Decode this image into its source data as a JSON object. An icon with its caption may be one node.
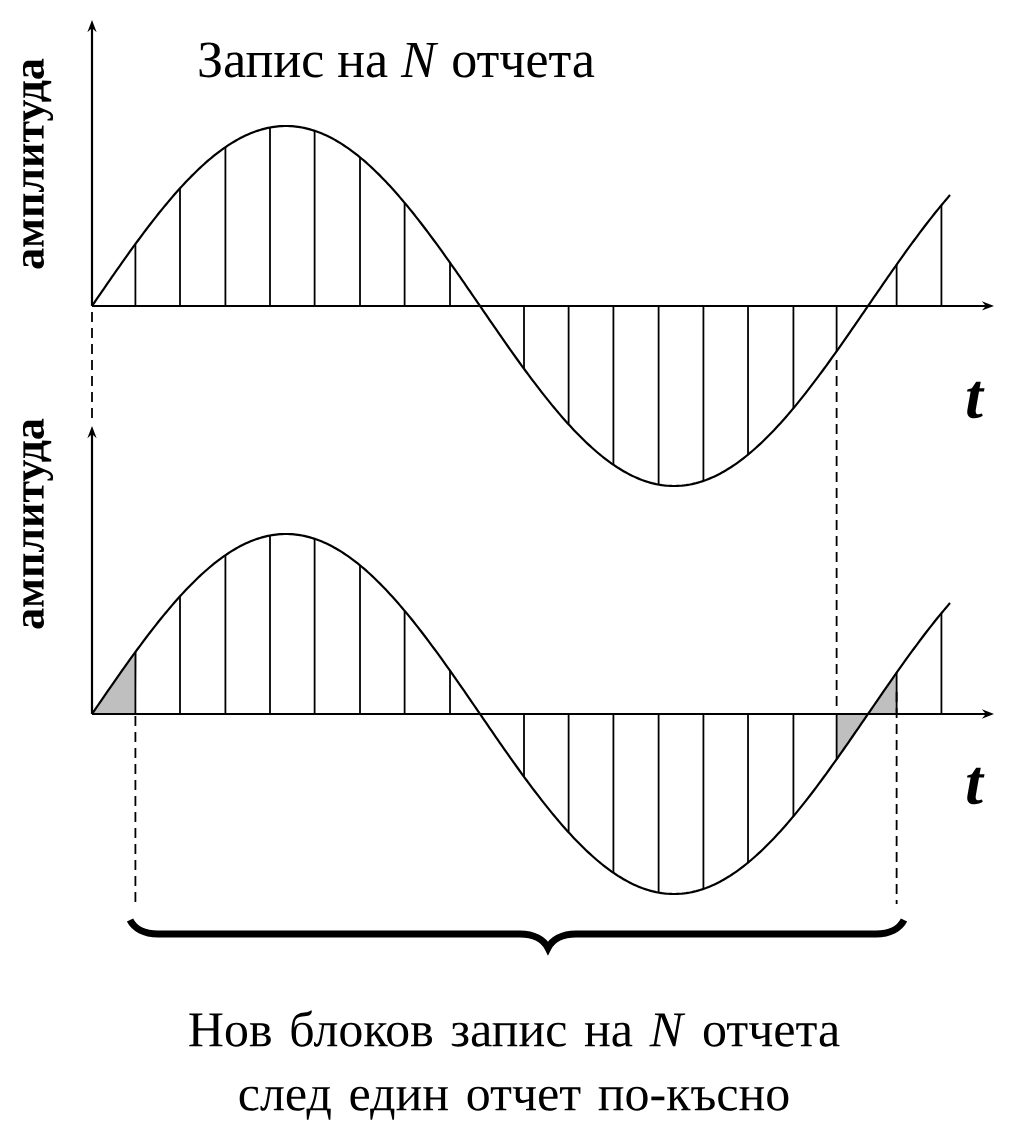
{
  "diagram": {
    "title": "Запис на *N* отчета",
    "caption": "Нов блоков запис на *N* отчета след един отчет по-късно",
    "labels": [
      "амплитуда",
      "t",
      "амплитуда",
      "t"
    ]
  }
}
